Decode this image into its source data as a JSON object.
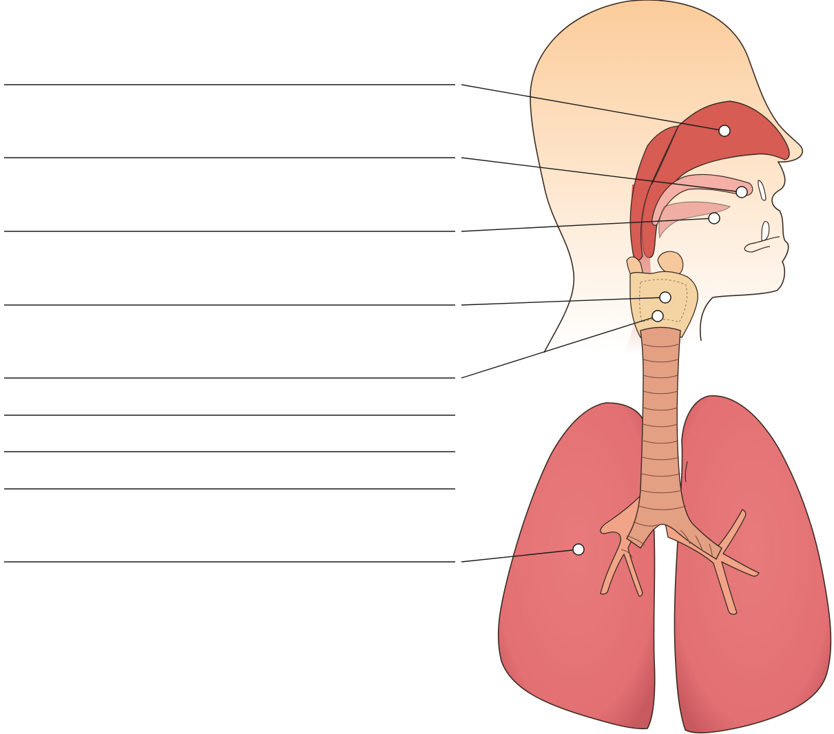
{
  "diagram": {
    "labels": [
      {
        "id": "nasal-cavity",
        "text": ""
      },
      {
        "id": "soft-palate",
        "text": ""
      },
      {
        "id": "oral-cavity",
        "text": ""
      },
      {
        "id": "larynx",
        "text": ""
      },
      {
        "id": "vocal-cords",
        "text": ""
      },
      {
        "id": "blank-6",
        "text": ""
      },
      {
        "id": "blank-7",
        "text": ""
      },
      {
        "id": "blank-8",
        "text": ""
      },
      {
        "id": "lung",
        "text": ""
      }
    ],
    "colors": {
      "skin": "#fccc9a",
      "airway": "#d65c54",
      "lung": "#e57576",
      "lung_dark": "#c9575b",
      "trachea": "#e3a083",
      "larynx": "#f5d4a3",
      "outline": "#3a2a22"
    }
  }
}
